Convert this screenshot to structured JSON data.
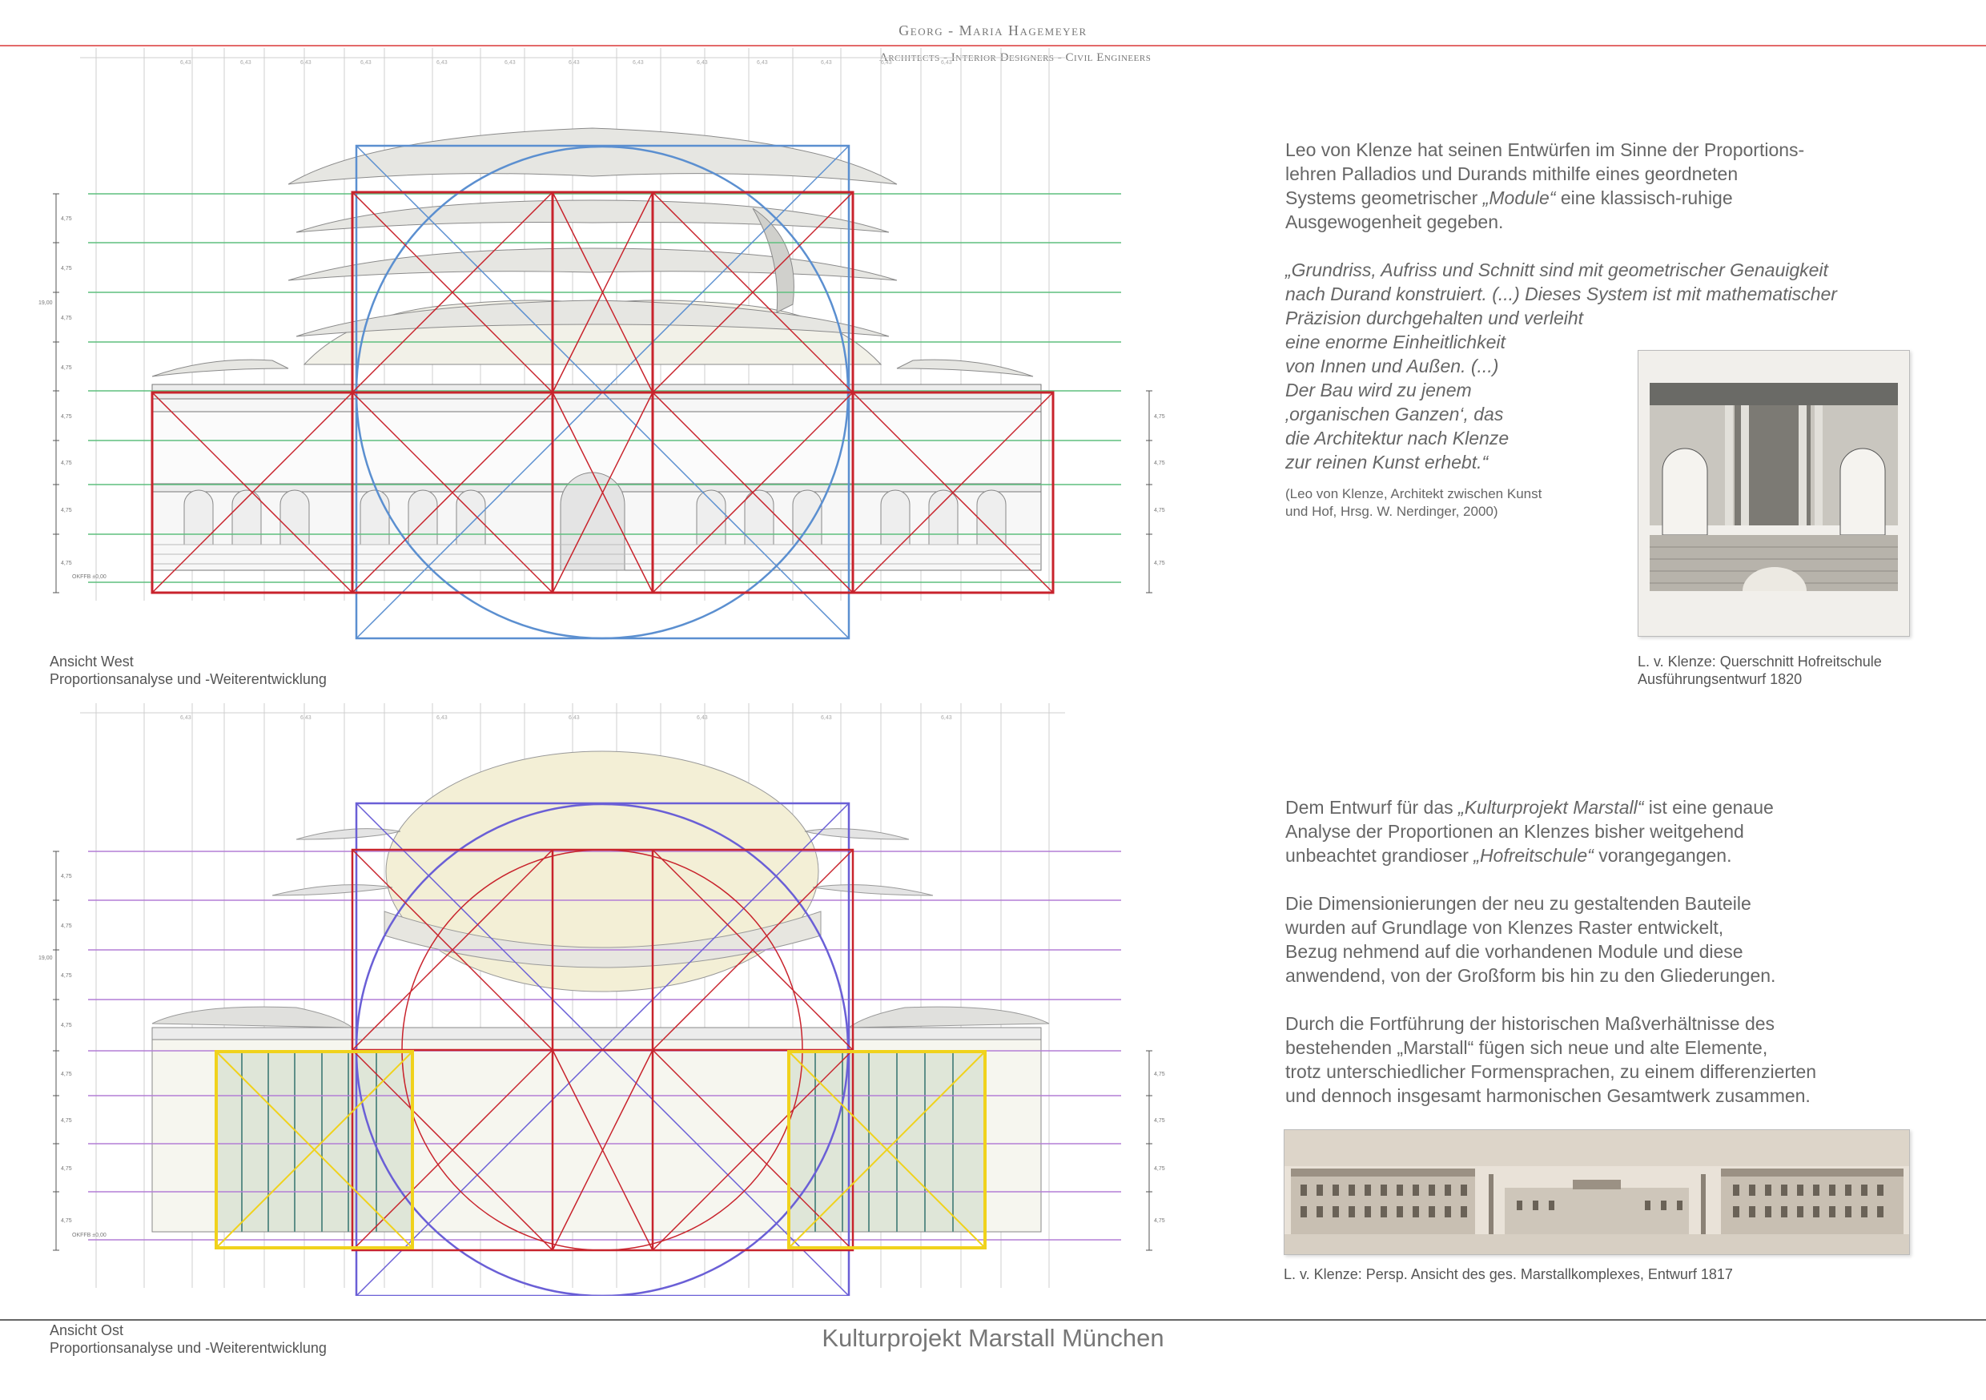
{
  "header": {
    "firm_name": "Georg - Maria Hagemeyer",
    "firm_subtitle": "Architects - Interior Designers - Civil Engineers"
  },
  "drawings": {
    "west": {
      "caption_line1": "Ansicht West",
      "caption_line2": "Proportionsanalyse und -Weiterentwicklung",
      "module_label": "4,75",
      "span_label": "6,43",
      "height_label": "19,00",
      "base_label": "OKFFB ±0,00"
    },
    "east": {
      "caption_line1": "Ansicht Ost",
      "caption_line2": "Proportionsanalyse und -Weiterentwicklung",
      "module_label": "4,75",
      "span_label": "6,43",
      "height_label": "19,00",
      "base_label": "OKFFB ±0,00"
    }
  },
  "text_top": {
    "intro_pre": "Leo von Klenze hat seinen Entwürfen im Sinne der Proportions-",
    "intro_l2": "lehren Palladios und Durands mithilfe eines geordneten",
    "intro_l3a": "Systems geometrischer ",
    "intro_l3b": "„Module“",
    "intro_l3c": " eine klassisch-ruhige",
    "intro_l4": "Ausgewogenheit gegeben.",
    "quote_lines": [
      "„Grundriss, Aufriss und Schnitt sind mit geometrischer Genauigkeit",
      "nach Durand konstruiert. (...) Dieses System ist mit mathematischer",
      "Präzision durchgehalten und verleiht",
      "eine enorme Einheitlichkeit",
      "von Innen und Außen. (...)",
      "Der Bau wird zu jenem",
      "‚organischen Ganzen‘, das",
      "die Architektur nach Klenze",
      "zur reinen Kunst erhebt.“"
    ],
    "citation_l1": "(Leo von Klenze, Architekt zwischen Kunst",
    "citation_l2": "und Hof, Hrsg. W. Nerdinger, 2000)",
    "image_caption_l1": "L. v. Klenze: Querschnitt Hofreitschule",
    "image_caption_l2": "Ausführungsentwurf 1820"
  },
  "text_bottom": {
    "p1_a": "Dem Entwurf für das ",
    "p1_b": "„Kulturprojekt Marstall“",
    "p1_c": " ist eine genaue",
    "p1_l2": "Analyse der Proportionen an Klenzes bisher weitgehend",
    "p1_l3a": "unbeachtet grandioser ",
    "p1_l3b": "„Hofreitschule“",
    "p1_l3c": " vorangegangen.",
    "p2_lines": [
      "Die Dimensionierungen der neu zu gestaltenden Bauteile",
      "wurden auf Grundlage von Klenzes Raster entwickelt,",
      "Bezug nehmend auf die vorhandenen Module und diese",
      "anwendend, von der Großform bis hin zu den Gliederungen."
    ],
    "p3_lines": [
      "Durch die Fortführung der historischen Maßverhältnisse des",
      "bestehenden „Marstall“ fügen sich neue und alte Elemente,",
      "trotz unterschiedlicher Formensprachen, zu einem differenzierten",
      "und dennoch insgesamt harmonischen Gesamtwerk zusammen."
    ],
    "image_caption": "L. v. Klenze: Persp. Ansicht des ges. Marstallkomplexes, Entwurf 1817"
  },
  "footer": {
    "project_title": "Kulturprojekt Marstall München"
  },
  "colors": {
    "grid_red": "#c8232c",
    "grid_blue": "#5b8fd0",
    "grid_violet": "#6a5fd6",
    "grid_yellow": "#f0d21c",
    "green_lines": "#5fbf7f",
    "violet_lines": "#b37fd6",
    "header_rule": "#e36a6a"
  }
}
